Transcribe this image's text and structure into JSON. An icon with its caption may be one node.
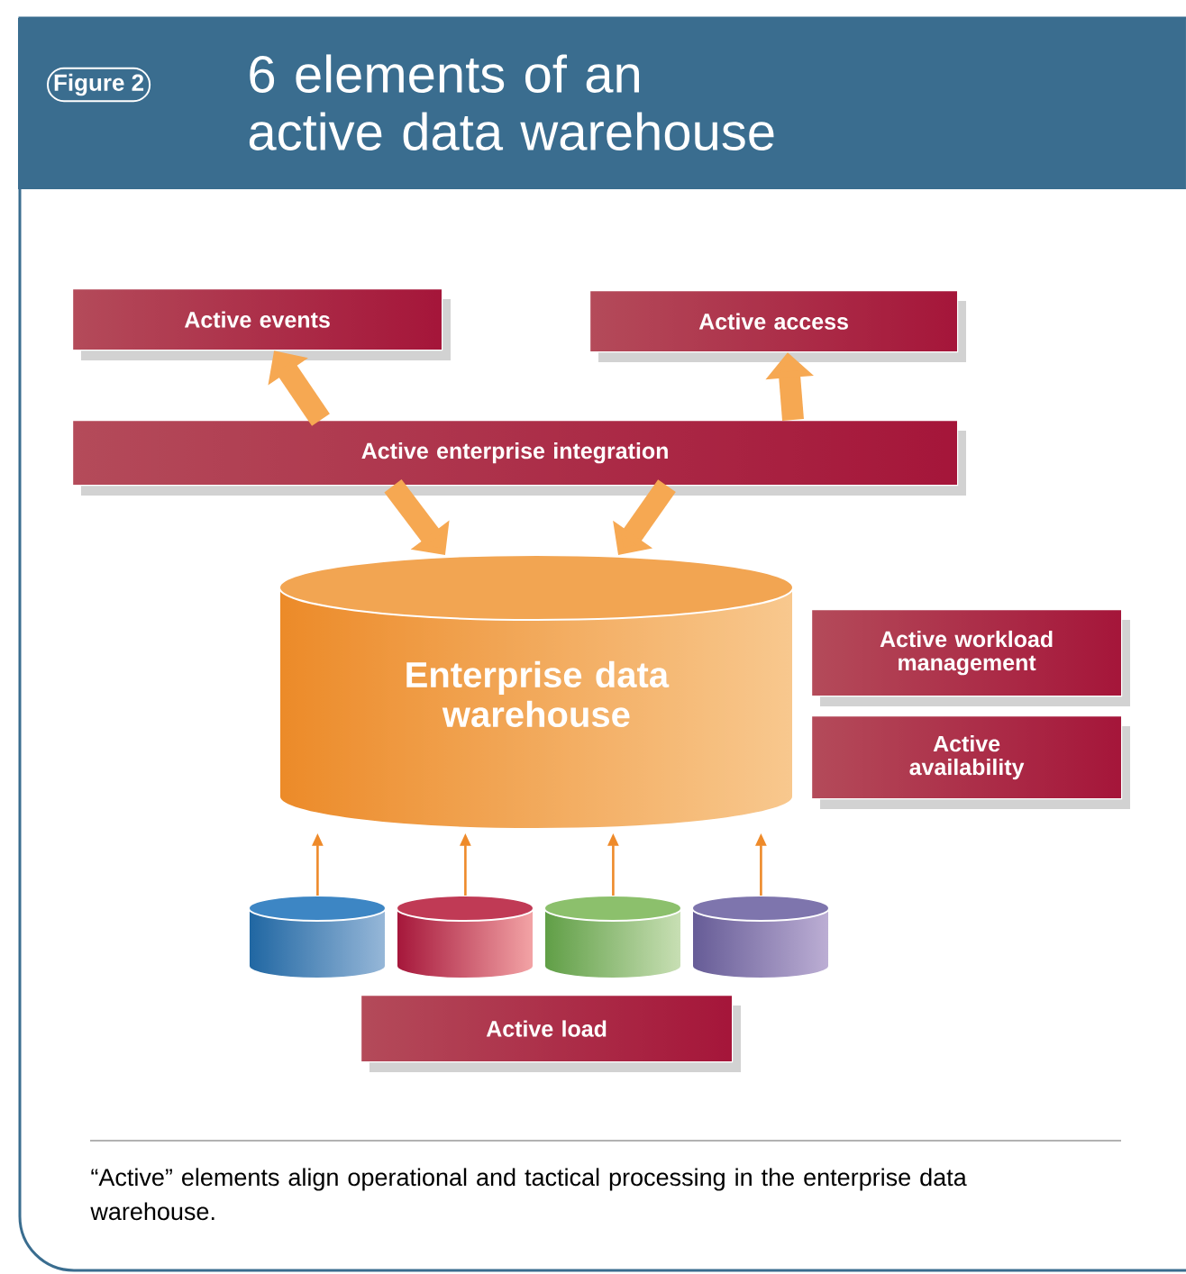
{
  "diagram": {
    "title": "6 elements of an active data warehouse",
    "caption": "“Active” elements align operational and tactical processing in the enterprise data warehouse.",
    "nodes": [
      {
        "text": [
          "Active events"
        ]
      },
      {
        "text": [
          "Active access"
        ]
      },
      {
        "text": [
          "Active enterprise integration"
        ]
      },
      {
        "text": [
          "Enterprise data warehouse"
        ]
      },
      {
        "text": [
          "Active workload management"
        ]
      },
      {
        "text": [
          "Active availability"
        ]
      },
      {
        "text": [],
        "shape": "cylinder"
      },
      {
        "text": [],
        "shape": "cylinder"
      },
      {
        "text": [],
        "shape": "cylinder"
      },
      {
        "text": [],
        "shape": "cylinder"
      },
      {
        "text": [
          "Active load"
        ]
      }
    ],
    "edges": [
      {
        "from": 2,
        "to": 0,
        "arrow": "to",
        "style": "thick"
      },
      {
        "from": 2,
        "to": 1,
        "arrow": "to",
        "style": "thick"
      },
      {
        "from": 2,
        "to": 3,
        "arrow": "to",
        "style": "thick"
      },
      {
        "from": 2,
        "to": 3,
        "arrow": "to",
        "style": "thick"
      },
      {
        "from": 6,
        "to": 3,
        "arrow": "to"
      },
      {
        "from": 7,
        "to": 3,
        "arrow": "to"
      },
      {
        "from": 8,
        "to": 3,
        "arrow": "to"
      },
      {
        "from": 9,
        "to": 3,
        "arrow": "to"
      }
    ],
    "labels": [
      "Figure 2"
    ]
  }
}
